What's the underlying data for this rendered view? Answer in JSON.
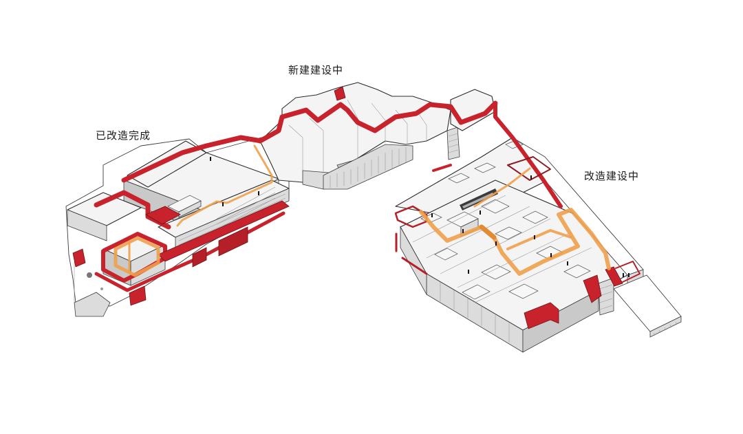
{
  "diagram": {
    "type": "architectural-axonometric",
    "labels": {
      "left_zone": "已改造完成",
      "middle_zone": "新建建设中",
      "right_zone": "改造建设中"
    },
    "colors": {
      "background": "#ffffff",
      "building_fill": "#f4f4f4",
      "building_outline": "#2b2b2b",
      "primary_route_red": "#c8232c",
      "primary_route_red_dark": "#8e1a1f",
      "secondary_route_orange": "#f0a04b",
      "text": "#1a1a1a"
    },
    "zones": [
      {
        "id": "left",
        "label": "已改造完成",
        "status": "renovation completed"
      },
      {
        "id": "middle",
        "label": "新建建设中",
        "status": "new construction in progress"
      },
      {
        "id": "right",
        "label": "改造建设中",
        "status": "renovation in progress"
      }
    ]
  }
}
